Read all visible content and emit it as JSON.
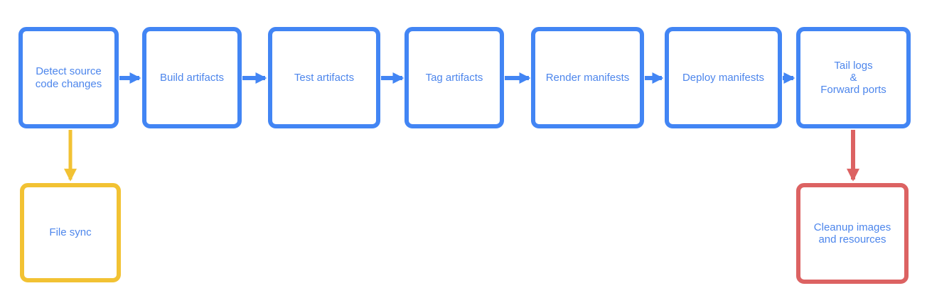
{
  "diagram": {
    "name": "deployment-pipeline-flowchart",
    "colors": {
      "blue": "#4285f4",
      "yellow": "#f2c233",
      "red": "#dc6262",
      "label_text": "#4d86ec",
      "background": "#ffffff"
    },
    "nodes": {
      "detect": {
        "label": [
          "Detect source",
          "code changes"
        ],
        "color": "blue"
      },
      "build": {
        "label": "Build artifacts",
        "color": "blue"
      },
      "test": {
        "label": "Test artifacts",
        "color": "blue"
      },
      "tag": {
        "label": "Tag artifacts",
        "color": "blue"
      },
      "render": {
        "label": "Render manifests",
        "color": "blue"
      },
      "deploy": {
        "label": "Deploy manifests",
        "color": "blue"
      },
      "tail": {
        "label": [
          "Tail logs",
          "&",
          "Forward ports"
        ],
        "color": "blue"
      },
      "filesync": {
        "label": "File sync",
        "color": "yellow"
      },
      "cleanup": {
        "label": [
          "Cleanup images",
          "and resources"
        ],
        "color": "red"
      }
    },
    "edges": [
      {
        "from": "detect",
        "to": "build",
        "color": "blue"
      },
      {
        "from": "build",
        "to": "test",
        "color": "blue"
      },
      {
        "from": "test",
        "to": "tag",
        "color": "blue"
      },
      {
        "from": "tag",
        "to": "render",
        "color": "blue"
      },
      {
        "from": "render",
        "to": "deploy",
        "color": "blue"
      },
      {
        "from": "deploy",
        "to": "tail",
        "color": "blue"
      },
      {
        "from": "detect",
        "to": "filesync",
        "color": "yellow"
      },
      {
        "from": "tail",
        "to": "cleanup",
        "color": "red"
      }
    ]
  }
}
